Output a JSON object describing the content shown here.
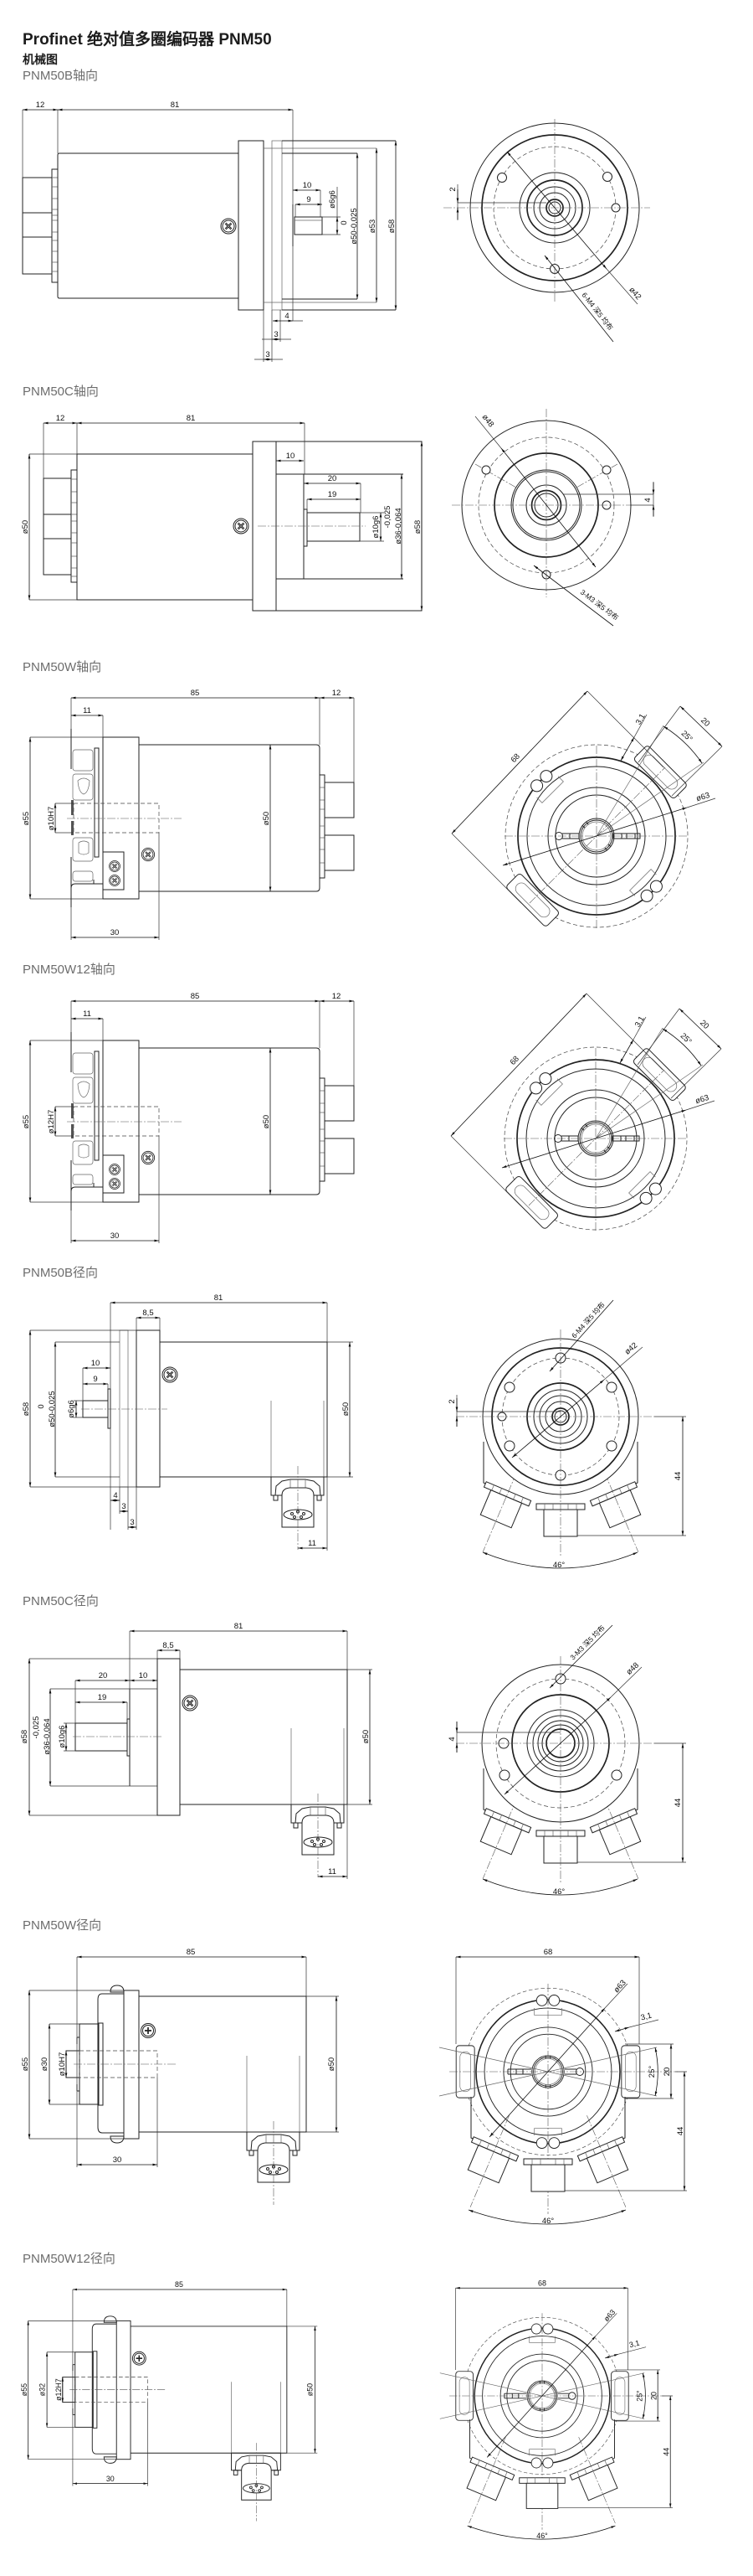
{
  "page": {
    "title": "Profinet 绝对值多圈编码器 PNM50",
    "subtitle": "机械图"
  },
  "sections": [
    {
      "label": "PNM50B轴向",
      "side": [
        "12",
        "81",
        "10",
        "9",
        "ø6g6",
        "0",
        "ø50-0,025",
        "ø53",
        "ø58",
        "4",
        "3",
        "3"
      ],
      "front": [
        "2",
        "ø42",
        "6-M4 深5 均布"
      ]
    },
    {
      "label": "PNM50C轴向",
      "side": [
        "12",
        "81",
        "ø50",
        "10",
        "20",
        "19",
        "ø10g6",
        "-0,025",
        "ø36-0,064",
        "ø58"
      ],
      "front": [
        "ø48",
        "4",
        "3-M3 深5 均布"
      ]
    },
    {
      "label": "PNM50W轴向",
      "side": [
        "85",
        "12",
        "11",
        "ø55",
        "ø10H7",
        "ø50",
        "30"
      ],
      "front": [
        "68",
        "3,1",
        "20",
        "25°",
        "ø63"
      ]
    },
    {
      "label": "PNM50W12轴向",
      "side": [
        "85",
        "12",
        "11",
        "ø55",
        "ø12H7",
        "ø50",
        "30"
      ],
      "front": [
        "68",
        "3,1",
        "20",
        "25°",
        "ø63"
      ]
    },
    {
      "label": "PNM50B径向",
      "side": [
        "81",
        "8,5",
        "10",
        "9",
        "ø58",
        "0",
        "ø50-0,025",
        "ø6g6",
        "4",
        "3",
        "3",
        "ø50",
        "11"
      ],
      "front": [
        "6-M4 深5 均布",
        "ø42",
        "2",
        "44",
        "46°"
      ]
    },
    {
      "label": "PNM50C径向",
      "side": [
        "81",
        "8,5",
        "20",
        "10",
        "19",
        "ø58",
        "-0,025",
        "ø36-0,064",
        "ø10g6",
        "ø50",
        "11"
      ],
      "front": [
        "3-M3 深5 均布",
        "ø48",
        "4",
        "44",
        "46°"
      ]
    },
    {
      "label": "PNM50W径向",
      "side": [
        "85",
        "ø55",
        "ø30",
        "ø10H7",
        "30",
        "ø50"
      ],
      "front": [
        "68",
        "ø63",
        "3,1",
        "25°",
        "20",
        "44",
        "46°"
      ]
    },
    {
      "label": "PNM50W12径向",
      "side": [
        "85",
        "ø55",
        "ø32",
        "ø12H7",
        "30",
        "ø50"
      ],
      "front": [
        "68",
        "ø63",
        "3,1",
        "25°",
        "20",
        "44",
        "46°"
      ]
    }
  ]
}
